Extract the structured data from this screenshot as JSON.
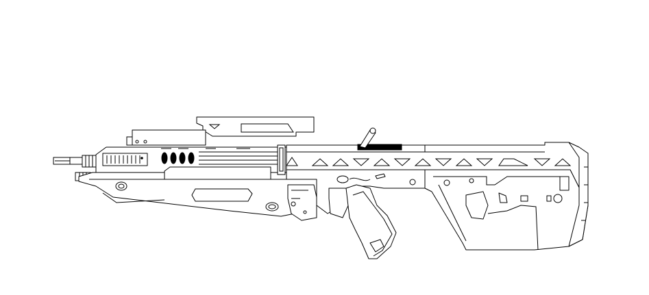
{
  "drawing": {
    "subject": "rifle-line-drawing",
    "stroke_color": "#000000",
    "fill_color": "#ffffff",
    "background_color": "#ffffff",
    "rail_triangle_count": 14,
    "vent_hole_count": 4
  }
}
